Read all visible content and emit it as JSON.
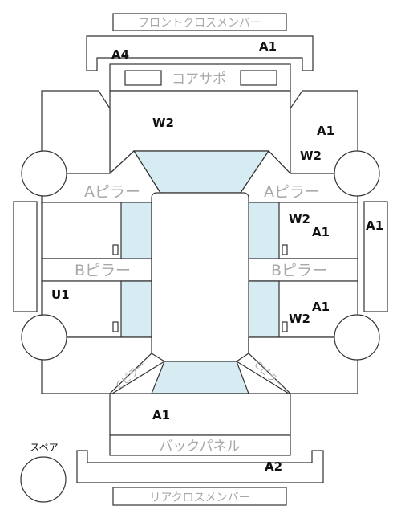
{
  "parts": {
    "front_cross_member": "フロントクロスメンバー",
    "core_support": "コアサポ",
    "a_pillar_left": "Aピラー",
    "a_pillar_right": "Aピラー",
    "b_pillar_left": "Bピラー",
    "b_pillar_right": "Bピラー",
    "c_pillar_left": "Cピラー",
    "c_pillar_right": "Cピラー",
    "back_panel": "バックパネル",
    "rear_cross_member": "リアクロスメンバー",
    "spare": "スペア"
  },
  "damage_codes": {
    "front_member_left": "A4",
    "front_member_right": "A1",
    "hood": "W2",
    "front_right_fender_a": "A1",
    "front_right_fender_w": "W2",
    "front_right_door_w": "W2",
    "front_right_door_a": "A1",
    "right_side_sill": "A1",
    "rear_left_door": "U1",
    "rear_right_door_a": "A1",
    "rear_right_door_w": "W2",
    "trunk": "A1",
    "rear_member": "A2"
  }
}
